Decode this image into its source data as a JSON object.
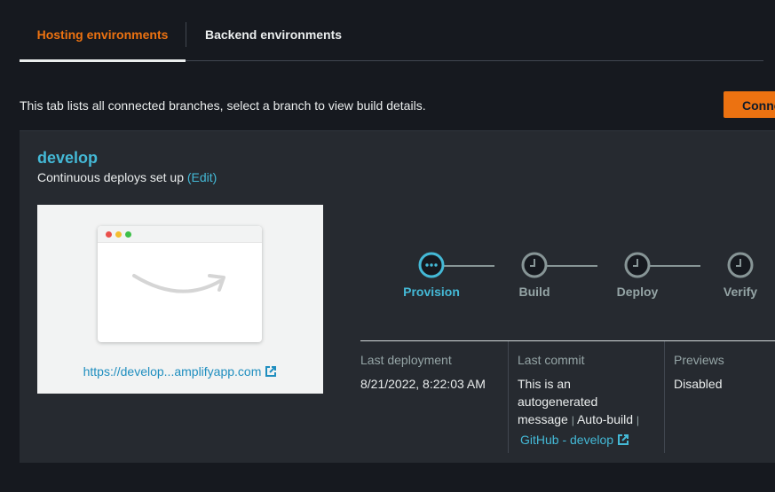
{
  "tabs": [
    {
      "label": "Hosting environments",
      "active": true
    },
    {
      "label": "Backend environments",
      "active": false
    }
  ],
  "info_text": "This tab lists all connected branches, select a branch to view build details.",
  "connect_button": "Connect branch",
  "branch": {
    "name": "develop",
    "cd_text": "Continuous deploys set up",
    "edit_label": "(Edit)",
    "preview_url": "https://develop...amplifyapp.com",
    "steps": [
      {
        "label": "Provision",
        "status": "in-progress"
      },
      {
        "label": "Build",
        "status": "pending"
      },
      {
        "label": "Deploy",
        "status": "pending"
      },
      {
        "label": "Verify",
        "status": "pending"
      }
    ],
    "last_deployment": {
      "title": "Last deployment",
      "value": "8/21/2022, 8:22:03 AM"
    },
    "last_commit": {
      "title": "Last commit",
      "line1": "This is an",
      "line2": "autogenerated",
      "line3": "message",
      "sep": "|",
      "auto_build": "Auto-build",
      "link": "GitHub - develop"
    },
    "previews": {
      "title": "Previews",
      "value": "Disabled"
    }
  },
  "colors": {
    "accent": "#ec7211",
    "link": "#44b9d6",
    "background": "#16191f",
    "card": "#262a30"
  },
  "icons": [
    "external-link-icon",
    "clock-icon",
    "ellipsis-icon",
    "amazon-smile-icon"
  ]
}
